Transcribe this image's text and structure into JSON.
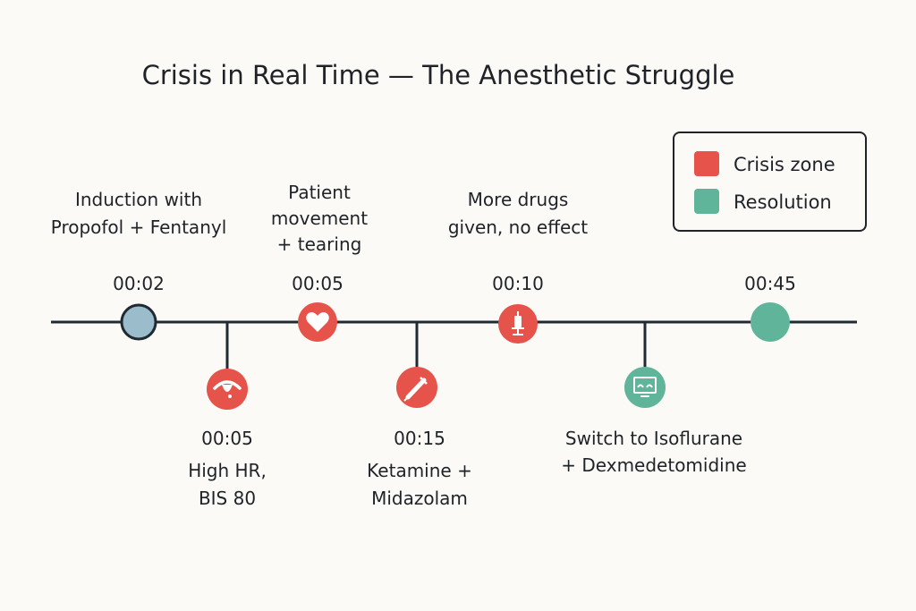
{
  "title": "Crisis in Real Time — The Anesthetic Struggle",
  "colors": {
    "crisis": "#e5534b",
    "resolution": "#5fb49a",
    "start": "#9bbccb",
    "line": "#1f2a33",
    "background": "#fbfaf7"
  },
  "legend": {
    "items": [
      {
        "label": "Crisis zone",
        "color": "#e5534b"
      },
      {
        "label": "Resolution",
        "color": "#5fb49a"
      }
    ]
  },
  "events": [
    {
      "time": "00:02",
      "lines": [
        "Induction with",
        "Propofol + Fentanyl"
      ],
      "position": "above",
      "type": "start",
      "icon": "plain-circle"
    },
    {
      "time": "00:05",
      "lines": [
        "High HR,",
        "BIS 80"
      ],
      "position": "below",
      "type": "crisis",
      "icon": "eye-tear-icon"
    },
    {
      "time": "00:05",
      "lines": [
        "Patient",
        "movement",
        "+ tearing"
      ],
      "position": "above",
      "type": "crisis",
      "icon": "heart-icon"
    },
    {
      "time": "00:15",
      "lines": [
        "Ketamine +",
        "Midazolam"
      ],
      "position": "below",
      "type": "crisis",
      "icon": "syringe-icon"
    },
    {
      "time": "00:10",
      "lines": [
        "More drugs",
        "given, no effect"
      ],
      "position": "above",
      "type": "crisis",
      "icon": "vial-syringe-icon"
    },
    {
      "time": "",
      "lines": [
        "Switch to Isoflurane",
        "+ Dexmedetomidine"
      ],
      "position": "below",
      "type": "resolution",
      "icon": "monitor-icon"
    },
    {
      "time": "00:45",
      "lines": [],
      "position": "above",
      "type": "resolution",
      "icon": "plain-circle"
    }
  ]
}
